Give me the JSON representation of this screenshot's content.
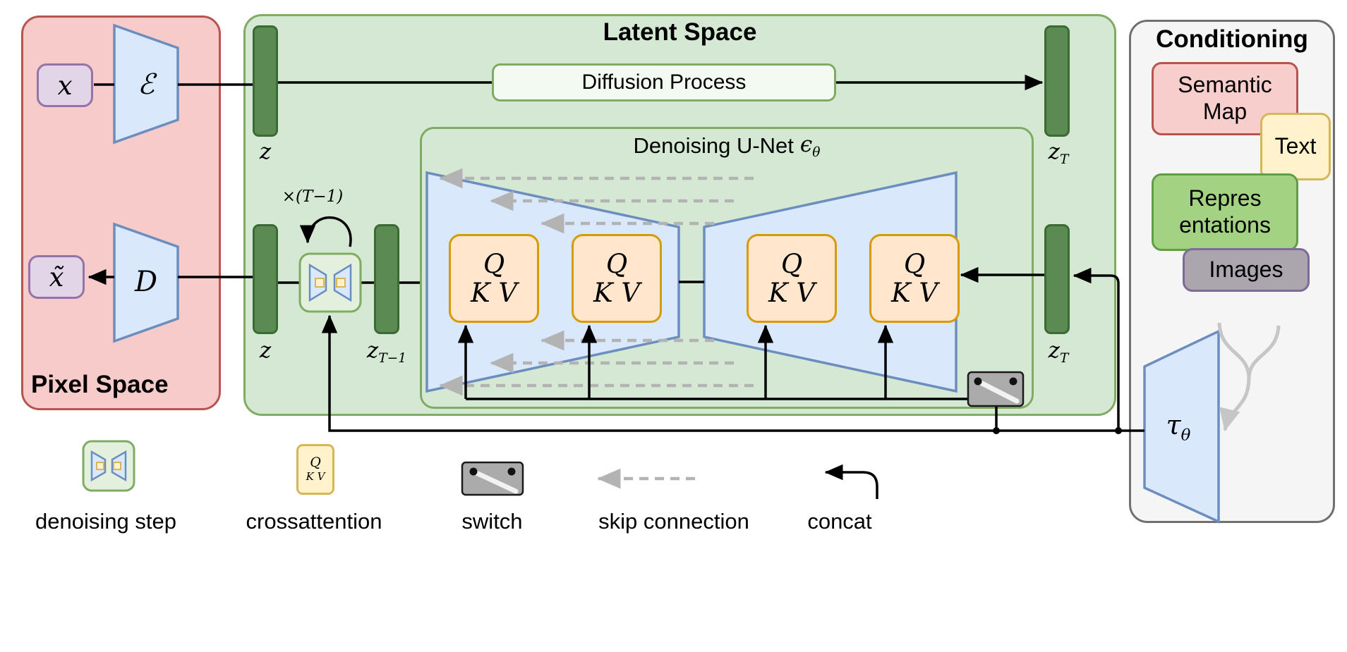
{
  "palette": {
    "pixel-fill": "#f6cbc9",
    "pixel-border": "#b85450",
    "latent-fill": "#d5e8d4",
    "latent-border": "#7fab63",
    "bar-fill": "#5c8a53",
    "bar-border": "#3a6b32",
    "blue-fill": "#dae8fc",
    "blue-border": "#6c8ebf",
    "orange-fill": "#ffe6cc",
    "orange-border": "#d79b00",
    "purple-fill": "#e1d5e7",
    "purple-border": "#9673a6",
    "yellow-fill": "#fff2cc",
    "yellow-border": "#d6b656",
    "cond-fill": "#f5f5f5",
    "cond-border": "#707070",
    "sem-fill": "#f8cecc",
    "sem-border": "#b85450",
    "repr-fill": "#a3d283",
    "repr-border": "#5f9e44",
    "img-fill": "#aba5ae",
    "img-border": "#7e6a96",
    "diff-fill": "#f3faf1",
    "denoise-fill": "#e3f0dd",
    "switch-fill": "#ababab",
    "skip-gray": "#b3b3b3",
    "fork-gray": "#c6c6c6",
    "line-black": "#000000"
  },
  "titles": {
    "pixel": "Pixel Space",
    "latent": "Latent Space",
    "conditioning": "Conditioning"
  },
  "pixel": {
    "x": "x",
    "x_tilde": "x̃",
    "encoder": "ℰ",
    "decoder": "D"
  },
  "latent": {
    "diffusion_process": "Diffusion Process",
    "z_top": "z",
    "z_bottom": "z",
    "zT_base": "z",
    "zT_sub": "T",
    "zTm1_base": "z",
    "zTm1_sub": "T−1",
    "loop_label": "×(T−1)"
  },
  "unet": {
    "title": "Denoising U-Net",
    "eps": "ϵ",
    "eps_sub": "θ",
    "q": "Q",
    "kv": "K V"
  },
  "conditioning": {
    "semantic_lines": [
      "Semantic",
      "Map"
    ],
    "text": "Text",
    "repr_lines": [
      "Repres",
      "entations"
    ],
    "images": "Images",
    "tau": "τ",
    "tau_sub": "θ"
  },
  "legend": {
    "denoising": "denoising step",
    "crossattention": "crossattention",
    "switch": "switch",
    "skip": "skip connection",
    "concat": "concat",
    "q": "Q",
    "kv": "K V"
  }
}
